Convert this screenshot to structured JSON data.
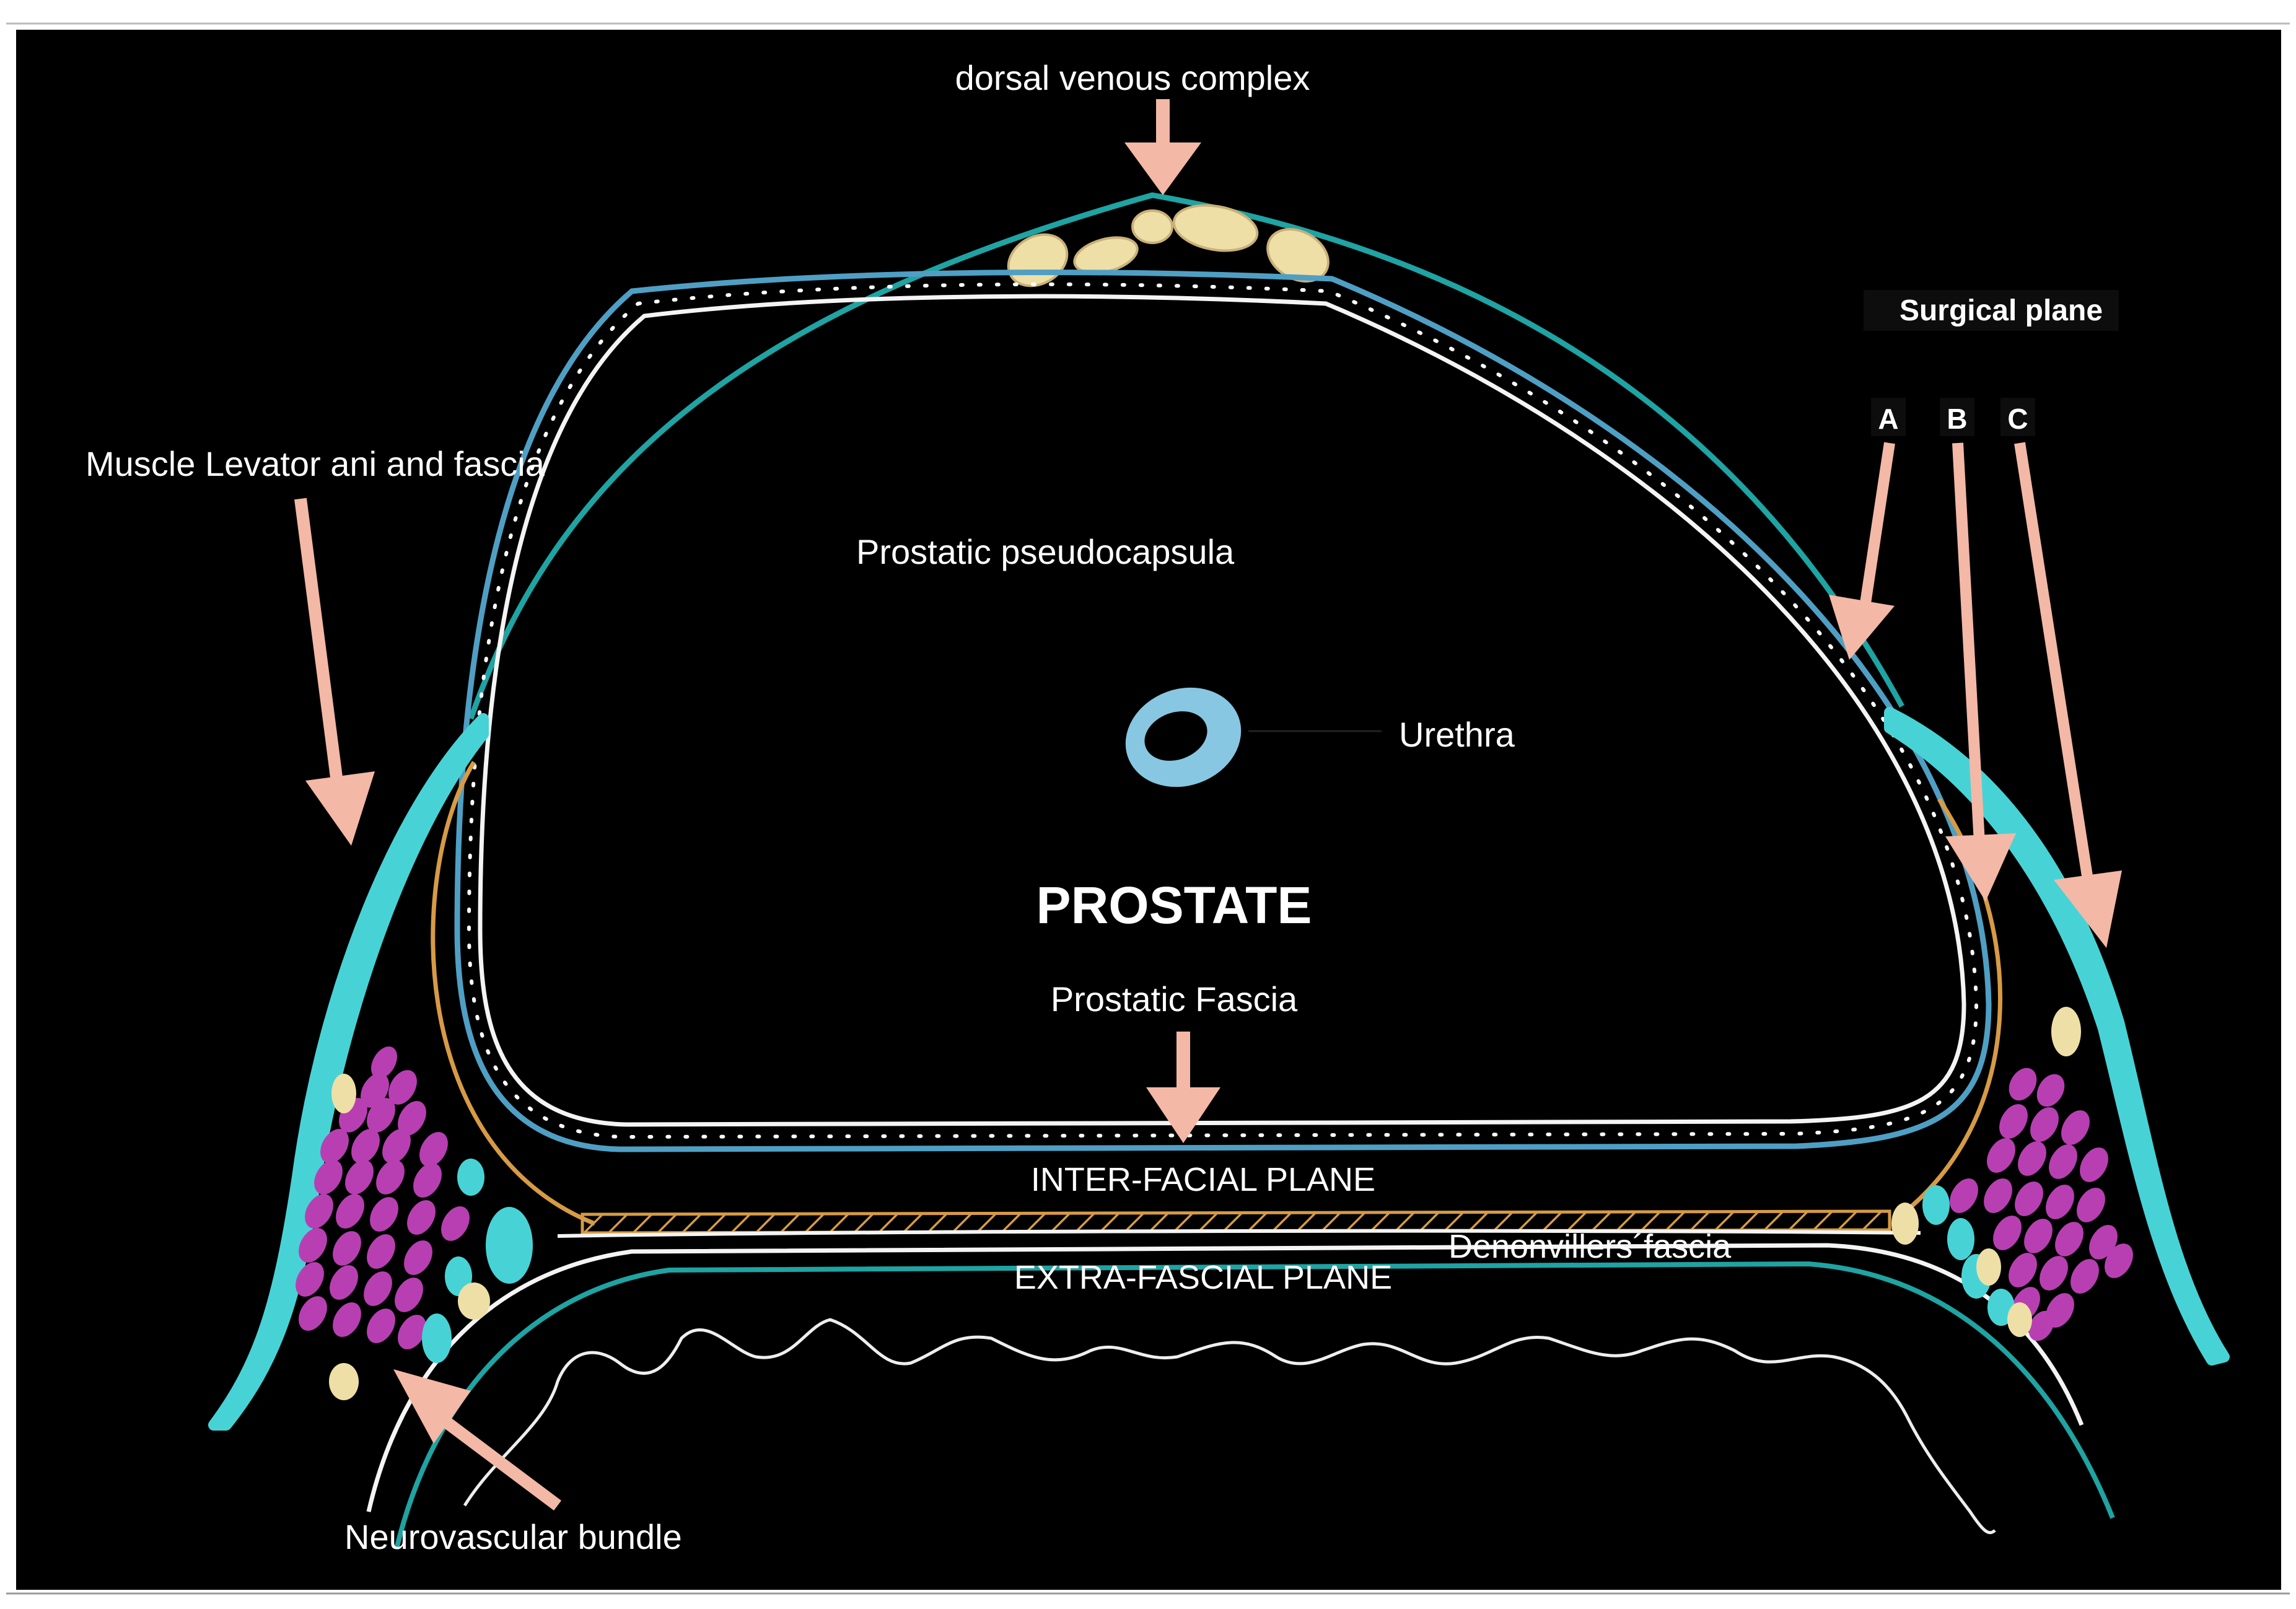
{
  "colors": {
    "background": "#000000",
    "page": "#ffffff",
    "teal": "#1fa3a3",
    "cyan": "#47d3d6",
    "fascia_blue": "#4f9fc4",
    "white": "#f4f4f4",
    "orange": "#d79b45",
    "magenta": "#b83fb2",
    "cream": "#eedfa6",
    "arrow": "#f3b8a6"
  },
  "labels": {
    "dorsal_venous_complex": "dorsal venous complex",
    "surgical_plane": "Surgical plane",
    "plane_a": "A",
    "plane_b": "B",
    "plane_c": "C",
    "muscle_levator": "Muscle Levator ani and fascia",
    "prostatic_pseudocapsula": "Prostatic pseudocapsula",
    "urethra": "Urethra",
    "prostate": "PROSTATE",
    "prostatic_fascia": "Prostatic Fascia",
    "inter_facial_plane": "INTER-FACIAL PLANE",
    "denonvilliers_fascia": "Denonvillers´fascia",
    "extra_fascial_plane": "EXTRA-FASCIAL PLANE",
    "neurovascular_bundle": "Neurovascular bundle"
  }
}
